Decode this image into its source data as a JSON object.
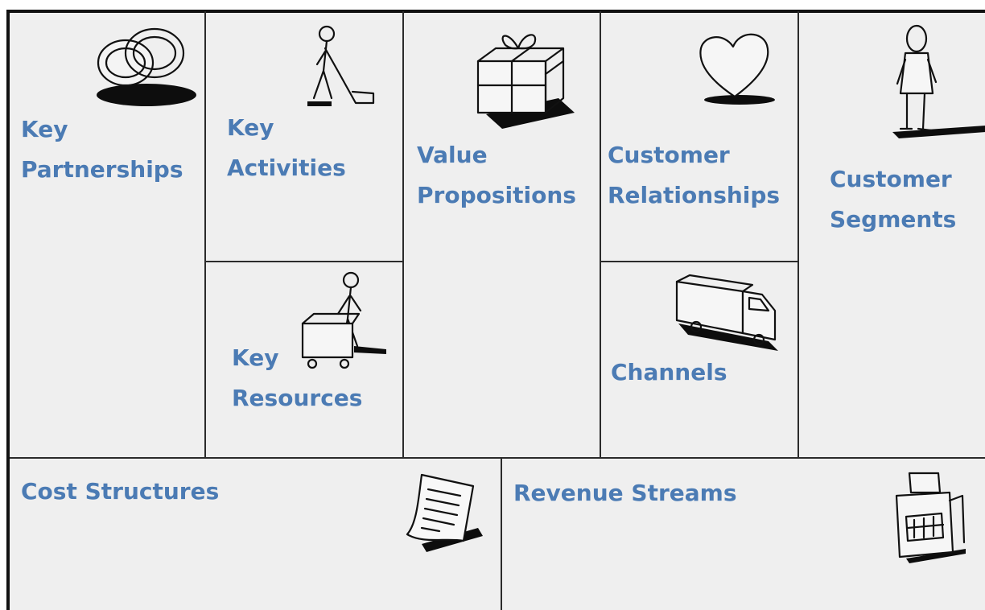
{
  "canvas": {
    "key_partnerships": {
      "line1": "Key",
      "line2": "Partnerships"
    },
    "key_activities": {
      "line1": "Key",
      "line2": "Activities"
    },
    "key_resources": {
      "line1": "Key",
      "line2": "Resources"
    },
    "value_propositions": {
      "line1": "Value",
      "line2": "Propositions"
    },
    "customer_relationships": {
      "line1": "Customer",
      "line2": "Relationships"
    },
    "channels": {
      "line1": "Channels"
    },
    "customer_segments": {
      "line1": "Customer",
      "line2": "Segments"
    },
    "cost_structures": {
      "line1": "Cost Structures"
    },
    "revenue_streams": {
      "line1": "Revenue Streams"
    }
  },
  "icons": {
    "key_partnerships": "interlocked-rings-icon",
    "key_activities": "person-shoveling-icon",
    "key_resources": "person-with-cart-icon",
    "value_propositions": "gift-box-icon",
    "customer_relationships": "heart-icon",
    "channels": "delivery-truck-icon",
    "customer_segments": "standing-person-icon",
    "cost_structures": "receipt-document-icon",
    "revenue_streams": "cash-register-icon"
  },
  "colors": {
    "label": "#4b7bb4",
    "background": "#efefef",
    "lines": "#2b2b2b"
  }
}
